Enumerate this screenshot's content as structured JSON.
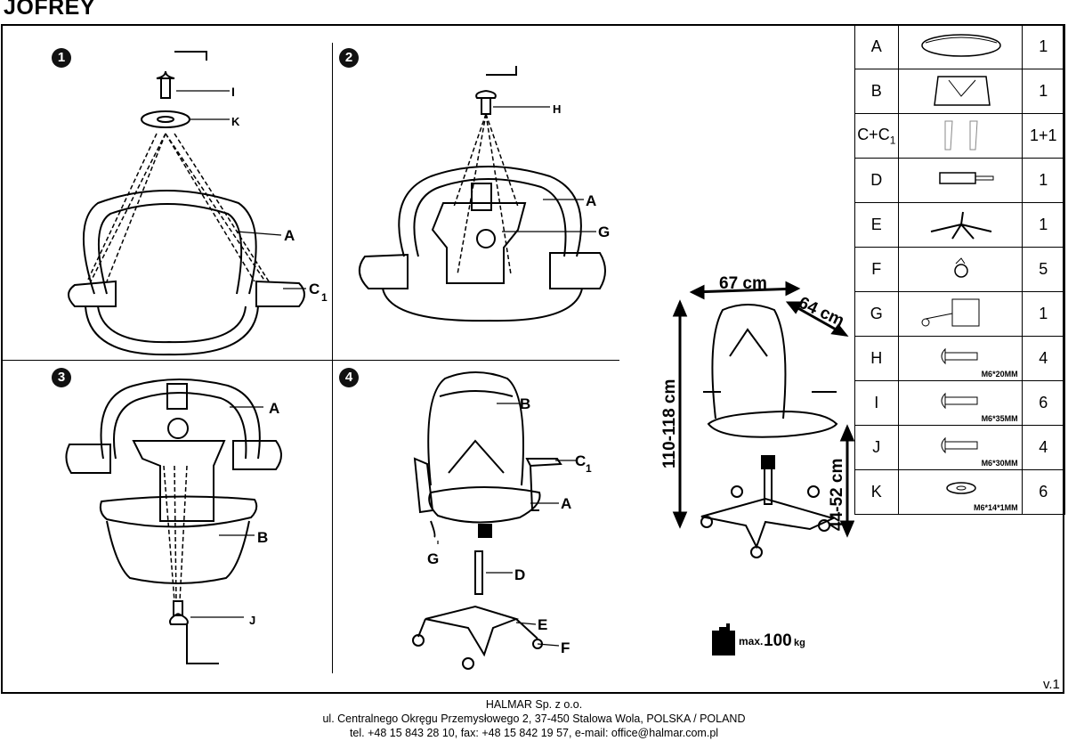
{
  "title": "JOFREY",
  "steps": [
    "1",
    "2",
    "3",
    "4"
  ],
  "labels": {
    "step1": {
      "screw": "I",
      "washer": "K",
      "seat": "A",
      "arm": "C",
      "arm_sub": "1"
    },
    "step2": {
      "screw": "H",
      "seat": "A",
      "mech": "G"
    },
    "step3": {
      "seat": "A",
      "back": "B",
      "screw": "J"
    },
    "step4": {
      "back": "B",
      "arm": "C",
      "arm_sub": "1",
      "seat": "A",
      "mech": "G",
      "gas": "D",
      "base": "E",
      "caster": "F"
    }
  },
  "dimensions": {
    "width": "67 cm",
    "depth": "64 cm",
    "height": "110-118 cm",
    "seat_height": "44-52 cm"
  },
  "max_load": {
    "prefix": "max.",
    "value": "100",
    "unit": "kg"
  },
  "parts": [
    {
      "code": "A",
      "qty": "1",
      "icon": "seat-cushion-icon",
      "spec": ""
    },
    {
      "code": "B",
      "qty": "1",
      "icon": "backrest-icon",
      "spec": ""
    },
    {
      "code": "C+C",
      "code_sub": "1",
      "qty": "1+1",
      "icon": "armrests-icon",
      "spec": ""
    },
    {
      "code": "D",
      "qty": "1",
      "icon": "gas-lift-icon",
      "spec": ""
    },
    {
      "code": "E",
      "qty": "1",
      "icon": "star-base-icon",
      "spec": ""
    },
    {
      "code": "F",
      "qty": "5",
      "icon": "caster-icon",
      "spec": ""
    },
    {
      "code": "G",
      "qty": "1",
      "icon": "tilt-mechanism-icon",
      "spec": ""
    },
    {
      "code": "H",
      "qty": "4",
      "icon": "bolt-icon",
      "spec": "M6*20MM"
    },
    {
      "code": "I",
      "qty": "6",
      "icon": "bolt-icon",
      "spec": "M6*35MM"
    },
    {
      "code": "J",
      "qty": "4",
      "icon": "bolt-icon",
      "spec": "M6*30MM"
    },
    {
      "code": "K",
      "qty": "6",
      "icon": "washer-icon",
      "spec": "M6*14*1MM"
    }
  ],
  "version": "v.1",
  "footer": {
    "company": "HALMAR Sp. z o.o.",
    "address": "ul. Centralnego Okręgu Przemysłowego 2, 37-450 Stalowa Wola, POLSKA / POLAND",
    "contact": "tel. +48 15 843 28 10, fax: +48 15 842 19 57, e-mail: office@halmar.com.pl"
  }
}
